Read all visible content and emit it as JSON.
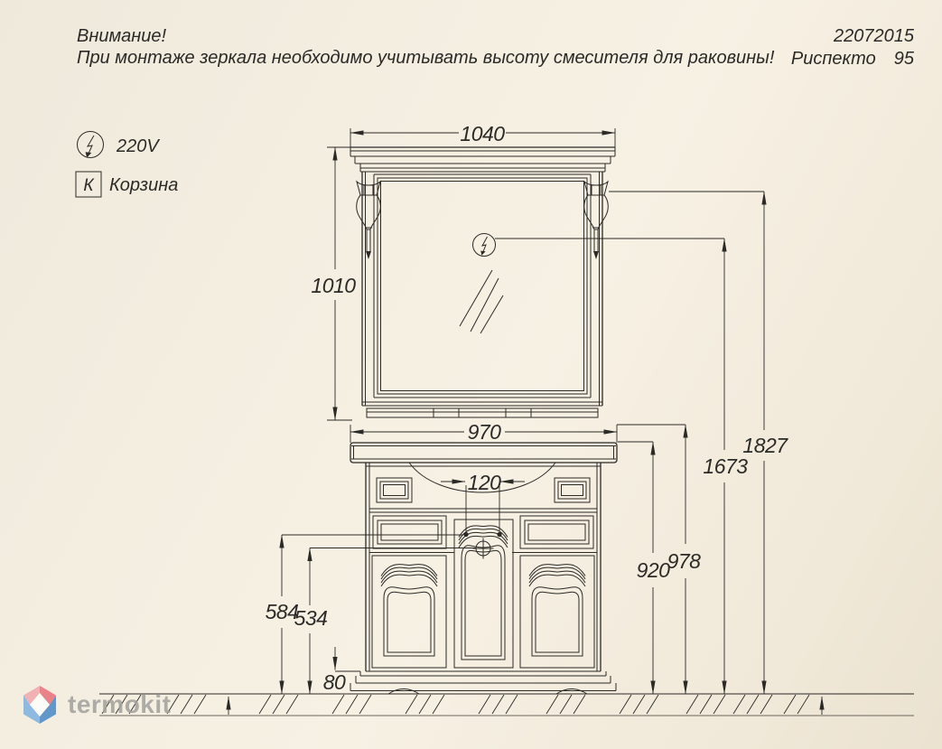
{
  "header": {
    "warning_title": "Внимание!",
    "warning_text": "При монтаже зеркала необходимо учитывать высоту смесителя для раковины!",
    "doc_number": "22072015",
    "product_name": "Риспекто",
    "product_size": "95"
  },
  "legend": {
    "power_label": "220V",
    "basket_symbol": "К",
    "basket_label": "Корзина"
  },
  "dimensions": {
    "mirror_width": "1040",
    "mirror_height": "1010",
    "washbasin_width": "970",
    "faucet_offset": "120",
    "total_height": "1827",
    "lamp_height": "1673",
    "washbasin_height": "978",
    "cabinet_height": "920",
    "fixing_upper": "584",
    "fixing_lower": "534",
    "plinth_gap": "80"
  },
  "watermark": {
    "brand": "termokit"
  },
  "colors": {
    "background": "#f3ede0",
    "line": "#2b2a27",
    "logo_text": "#a3a29d",
    "logo_pink": "#e9747d",
    "logo_blue": "#4f8cc7"
  }
}
